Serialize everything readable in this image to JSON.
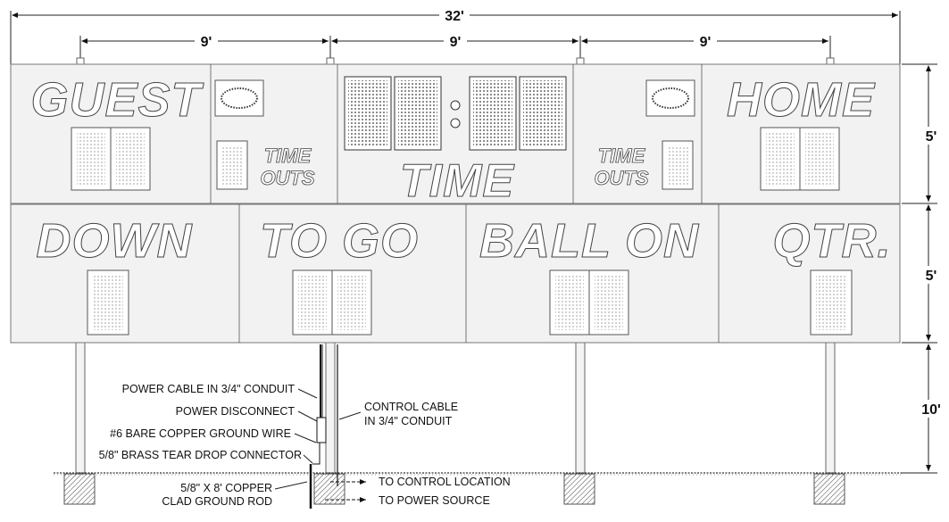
{
  "dimensions": {
    "overall_width": "32'",
    "section_1": "9'",
    "section_2": "9'",
    "section_3": "9'",
    "top_height": "5'",
    "bottom_height": "5'",
    "pole_height": "10'"
  },
  "panels": {
    "guest": "GUEST",
    "home": "HOME",
    "time": "TIME",
    "timeouts_line1": "TIME",
    "timeouts_line2": "OUTS",
    "down": "DOWN",
    "to_go": "TO GO",
    "ball_on": "BALL ON",
    "qtr": "QTR."
  },
  "callouts": {
    "power_cable": "POWER CABLE IN 3/4\" CONDUIT",
    "power_disconnect": "POWER DISCONNECT",
    "ground_wire": "#6 BARE COPPER GROUND WIRE",
    "connector": "5/8\" BRASS TEAR DROP CONNECTOR",
    "ground_rod_line1": "5/8\" X 8' COPPER",
    "ground_rod_line2": "CLAD GROUND ROD",
    "control_cable_line1": "CONTROL CABLE",
    "control_cable_line2": "IN 3/4\" CONDUIT",
    "to_control": "TO CONTROL LOCATION",
    "to_power": "TO POWER SOURCE"
  }
}
